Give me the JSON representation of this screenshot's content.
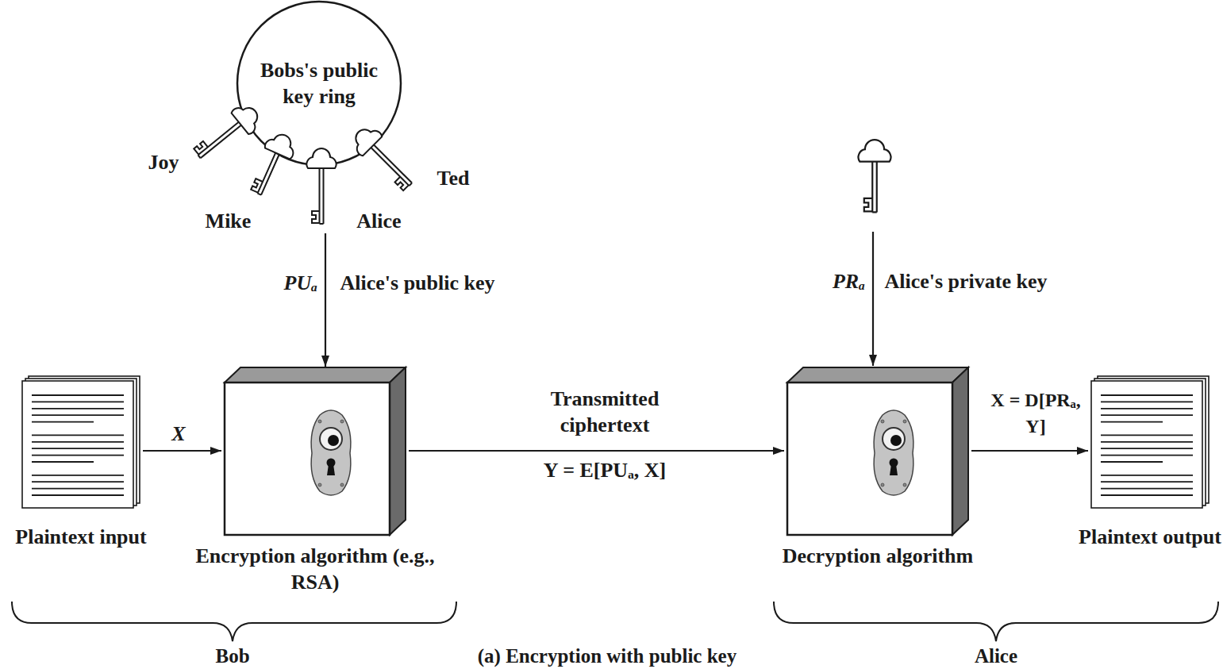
{
  "diagram": {
    "caption": "(a) Encryption with public key",
    "nodes": [
      {
        "text": [
          "Bobs's public key ring"
        ]
      },
      {
        "text": [
          "Plaintext input"
        ]
      },
      {
        "text": [
          "Encryption algorithm (e.g., RSA)"
        ]
      },
      {
        "text": [
          "Decryption algorithm"
        ]
      },
      {
        "text": [
          "Plaintext output"
        ]
      }
    ],
    "edges": [
      {
        "from": 0,
        "to": 2,
        "arrow": "to",
        "label": "Alice's public key"
      },
      {
        "from": 1,
        "to": 2,
        "arrow": "to",
        "label": "X"
      },
      {
        "from": 2,
        "to": 3,
        "arrow": "to",
        "label": "Transmitted ciphertext"
      },
      {
        "from": 3,
        "to": 4,
        "arrow": "to",
        "label": "X = D[PRₐ, Y]"
      }
    ],
    "labels": [
      "Joy",
      "Mike",
      "Alice",
      "Ted",
      "PUₐ",
      "PRₐ",
      "Alice's private key",
      "Y = E[PUₐ, X]",
      "Bob",
      "Alice"
    ]
  }
}
